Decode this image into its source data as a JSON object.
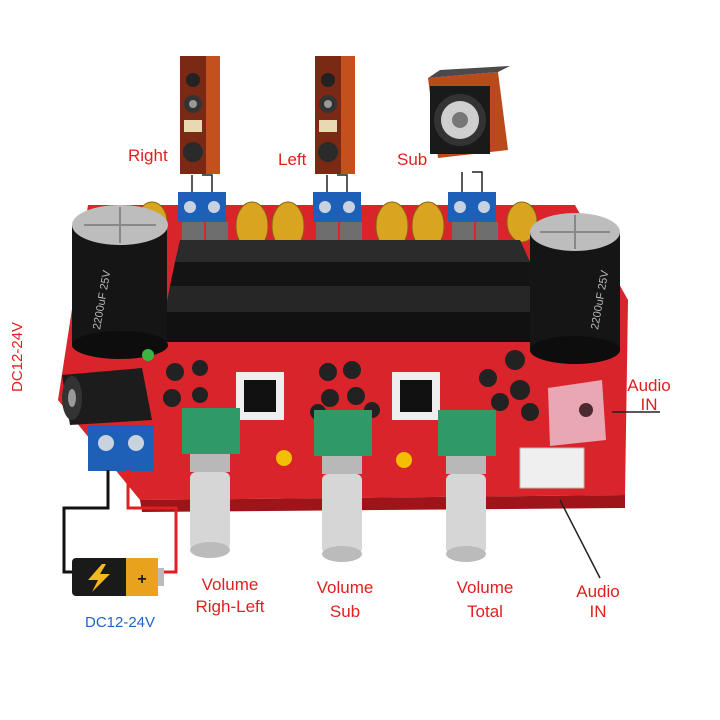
{
  "colors": {
    "pcb": "#d8242a",
    "heatsink": "#1c1c1c",
    "label_red": "#e02020",
    "label_blue": "#1e64c8",
    "wire_red": "#e02020",
    "wire_black": "#111111"
  },
  "speakers": {
    "right": "Right",
    "left": "Left",
    "sub": "Sub"
  },
  "power": {
    "side_label": "DC12-24V",
    "battery_label": "DC12-24V"
  },
  "audio": {
    "upper_line1": "Audio",
    "upper_line2": "IN",
    "lower_line1": "Audio",
    "lower_line2": "IN"
  },
  "knobs": {
    "rl_line1": "Volume",
    "rl_line2": "Righ-Left",
    "sub_line1": "Volume",
    "sub_line2": "Sub",
    "total_line1": "Volume",
    "total_line2": "Total"
  },
  "capacitors": {
    "left_marking": "2200uF 25V",
    "right_marking": "2200uF 25V"
  },
  "icons": [
    "tower-speaker-icon",
    "subwoofer-icon",
    "battery-icon",
    "lightning-icon"
  ]
}
